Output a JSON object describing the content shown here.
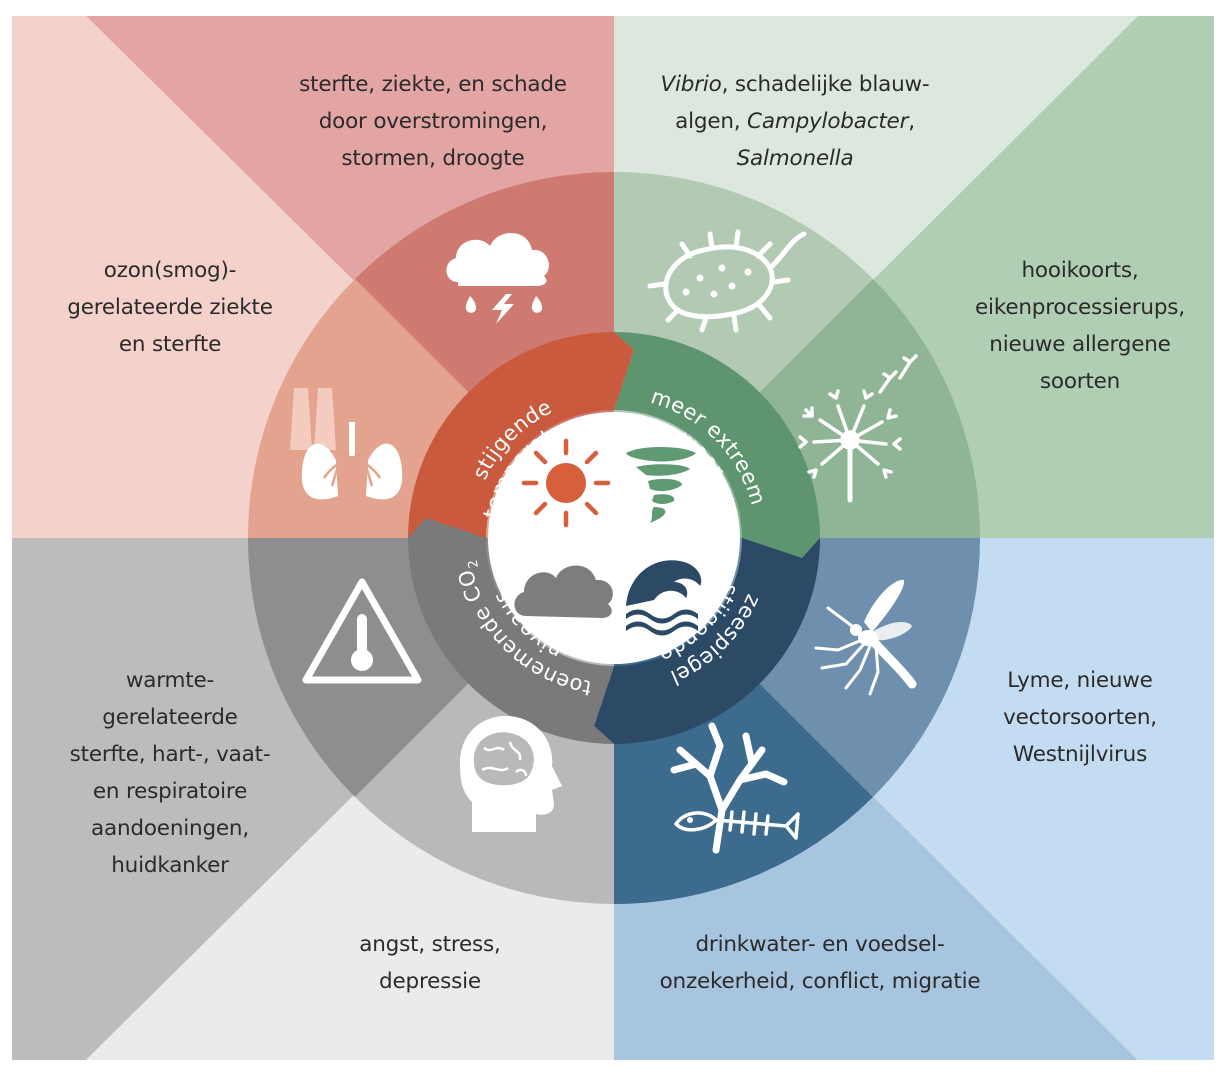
{
  "inner_ring": [
    {
      "id": "temperature",
      "lines": [
        "stijgende",
        "temperatuur"
      ],
      "color": "#c95a3d"
    },
    {
      "id": "weather",
      "lines": [
        "meer extreem",
        "weer"
      ],
      "color": "#5e9470"
    },
    {
      "id": "sealevel",
      "lines": [
        "stijgende",
        "zeespiegel"
      ],
      "color": "#2c4a66"
    },
    {
      "id": "co2",
      "lines": [
        "toenemende CO",
        "niveaus"
      ],
      "co2_subscript": "2",
      "color": "#7a7a7a"
    }
  ],
  "quadrants": {
    "storm": {
      "lines": [
        "sterfte, ziekte, en schade",
        "door overstromingen,",
        "stormen, droogte"
      ],
      "colors": {
        "bg": "#e3a4a4",
        "ring": "#cf7a70"
      }
    },
    "bacteria": {
      "lines": [
        [
          "Vibrio",
          ", schadelijke blauw-"
        ],
        [
          "algen, ",
          "Campylobacter",
          ","
        ],
        [
          "Salmonella",
          ""
        ]
      ],
      "colors": {
        "bg": "#dce8de",
        "ring": "#b2c9b4"
      }
    },
    "allergy": {
      "lines": [
        "hooikoorts,",
        "eikenprocessierups,",
        "nieuwe allergene",
        "soorten"
      ],
      "colors": {
        "bg": "#b0ceb3",
        "ring": "#8fb596"
      }
    },
    "ozone": {
      "lines": [
        "ozon(smog)-",
        "gerelateerde ziekte",
        "en sterfte"
      ],
      "colors": {
        "bg": "#f4d2cb",
        "ring": "#e3a38f"
      }
    },
    "heat": {
      "lines": [
        "warmte-",
        "gerelateerde",
        "sterfte, hart-, vaat-",
        "en respiratoire",
        "aandoeningen,",
        "huidkanker"
      ],
      "colors": {
        "bg": "#bcbcbc",
        "ring": "#8e8e8e"
      }
    },
    "mental": {
      "lines": [
        "angst, stress,",
        "depressie"
      ],
      "colors": {
        "bg": "#ebebeb",
        "ring": "#b9b9b9"
      }
    },
    "vector": {
      "lines": [
        "Lyme, nieuwe",
        "vectorsoorten,",
        "Westnijlvirus"
      ],
      "colors": {
        "bg": "#c3dcf1",
        "ring": "#6e90ae"
      }
    },
    "food": {
      "lines": [
        "drinkwater- en voedsel-",
        "onzekerheid, conflict, migratie"
      ],
      "colors": {
        "bg": "#a8c5df",
        "ring": "#3d6b8e"
      }
    }
  },
  "icons": [
    "cloud-rain-lightning-icon",
    "bacteria-icon",
    "dandelion-icon",
    "factory-lungs-icon",
    "heat-warning-icon",
    "brain-head-icon",
    "mosquito-icon",
    "dead-tree-fish-icon",
    "sun-icon",
    "tornado-icon",
    "cloud-icon",
    "wave-icon"
  ]
}
